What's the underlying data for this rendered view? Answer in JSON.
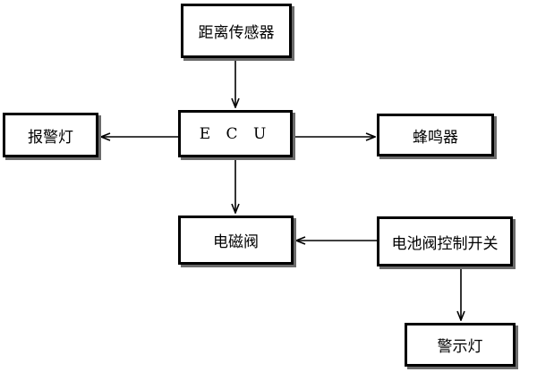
{
  "diagram": {
    "nodes": {
      "distance_sensor": "距离传感器",
      "warning_lamp": "报警灯",
      "ecu": "E C U",
      "buzzer": "蜂鸣器",
      "solenoid_valve": "电磁阀",
      "battery_valve_switch": "电池阀控制开关",
      "alert_lamp": "警示灯"
    },
    "edges": [
      {
        "from": "distance_sensor",
        "to": "ecu"
      },
      {
        "from": "ecu",
        "to": "warning_lamp"
      },
      {
        "from": "ecu",
        "to": "buzzer"
      },
      {
        "from": "ecu",
        "to": "solenoid_valve"
      },
      {
        "from": "battery_valve_switch",
        "to": "solenoid_valve"
      },
      {
        "from": "battery_valve_switch",
        "to": "alert_lamp"
      }
    ]
  }
}
